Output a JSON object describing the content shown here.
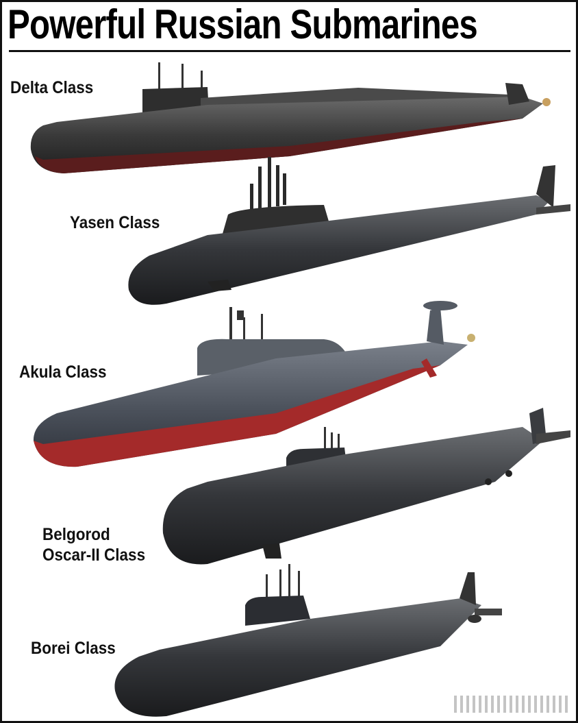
{
  "title": "Powerful Russian Submarines",
  "submarines": [
    {
      "label": "Delta Class",
      "hull_color": "#3a3a3a",
      "keel_color": "#5a1d1d"
    },
    {
      "label": "Yasen Class",
      "hull_color": "#333333"
    },
    {
      "label": "Akula Class",
      "hull_color": "#4f5560",
      "keel_color": "#a42a2a"
    },
    {
      "label_line1": "Belgorod",
      "label_line2": "Oscar-II Class",
      "hull_color": "#3a3c40"
    },
    {
      "label": "Borei Class",
      "hull_color": "#2f3136"
    }
  ]
}
